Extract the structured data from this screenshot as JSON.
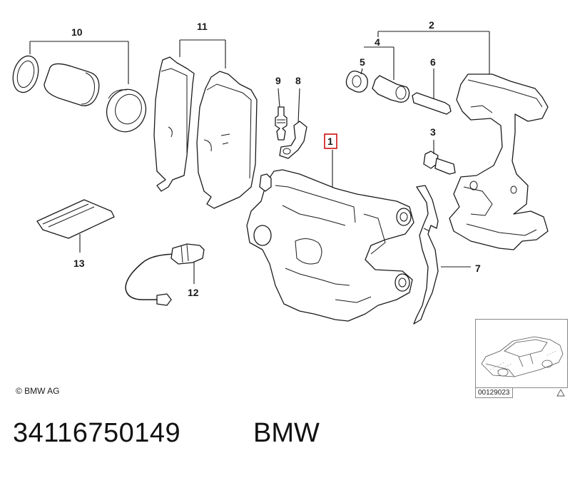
{
  "callouts": {
    "c1": "1",
    "c2": "2",
    "c3": "3",
    "c4": "4",
    "c5": "5",
    "c6": "6",
    "c7": "7",
    "c8": "8",
    "c9": "9",
    "c10": "10",
    "c11": "11",
    "c12": "12",
    "c13": "13"
  },
  "highlight_color": "#cc0000",
  "copyright": "© BMW AG",
  "thumbnail_code": "00129023",
  "footer": {
    "part_number": "34116750149",
    "brand": "BMW"
  }
}
